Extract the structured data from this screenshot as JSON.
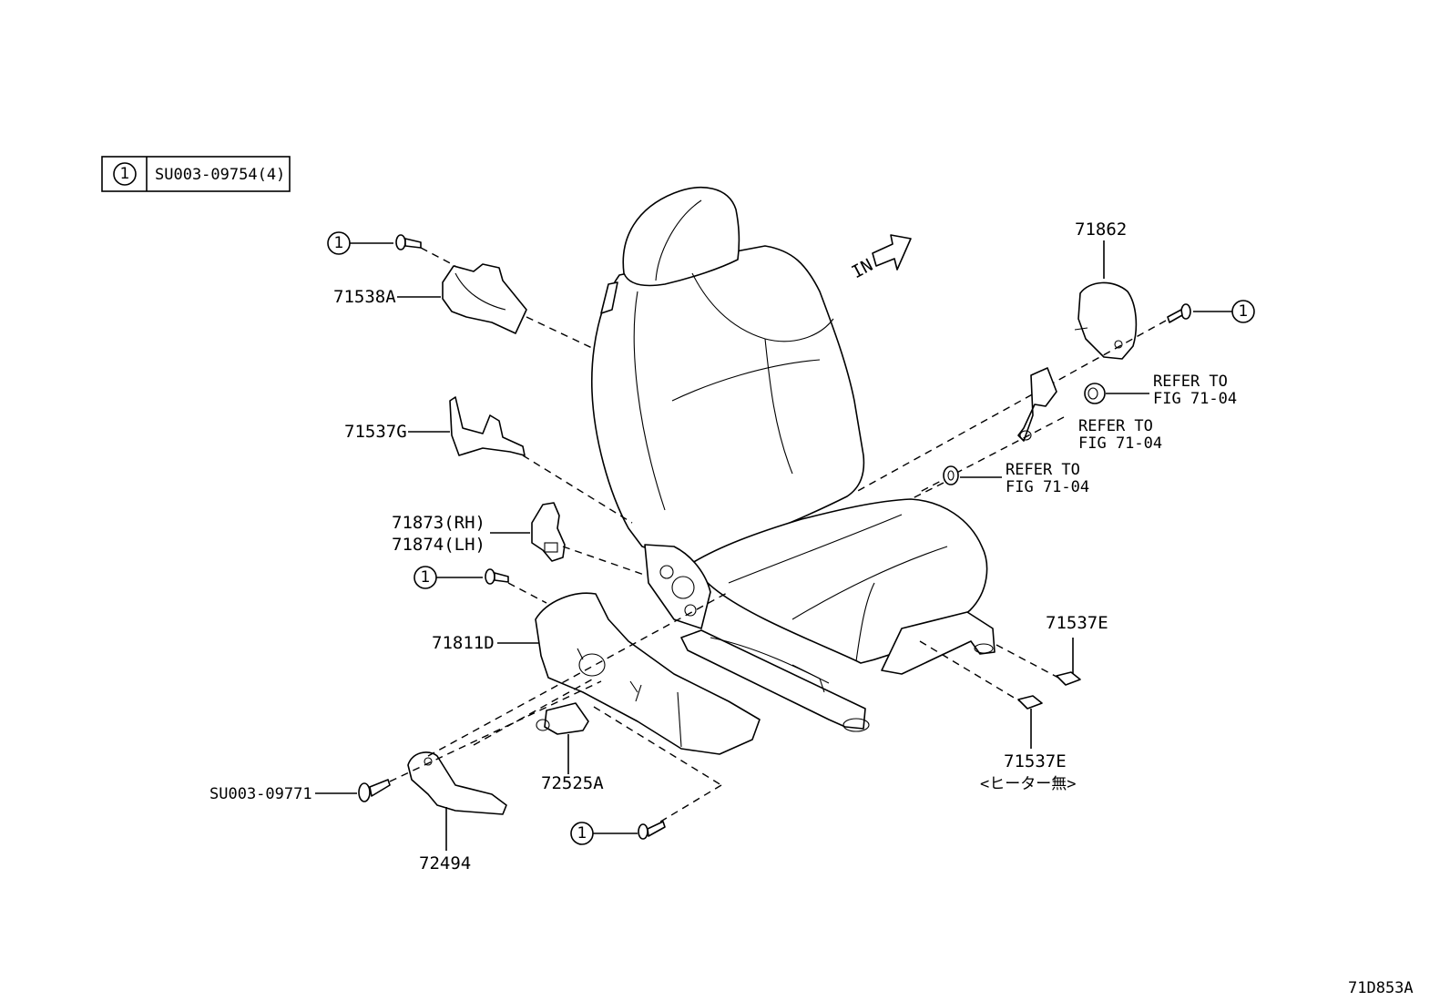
{
  "legend": {
    "symbol": "1",
    "code": "SU003-09754(4)"
  },
  "callouts": {
    "c1_top_left": "1",
    "c1_right": "1",
    "c1_mid_left": "1",
    "c1_bottom": "1"
  },
  "direction": {
    "label": "IN"
  },
  "parts": {
    "p71538A": "71538A",
    "p71537G": "71537G",
    "p71873": "71873(RH)",
    "p71874": "71874(LH)",
    "p71811D": "71811D",
    "pSU003_09771": "SU003-09771",
    "p72494": "72494",
    "p72525A": "72525A",
    "p71862": "71862",
    "p71537E_a": "71537E",
    "p71537E_b": "71537E",
    "heater_note": "<ヒーター無>"
  },
  "refers": [
    {
      "line1": "REFER TO",
      "line2": "FIG 71-04"
    },
    {
      "line1": "REFER TO",
      "line2": "FIG 71-04"
    },
    {
      "line1": "REFER TO",
      "line2": "FIG 71-04"
    }
  ],
  "figure_id": "71D853A"
}
